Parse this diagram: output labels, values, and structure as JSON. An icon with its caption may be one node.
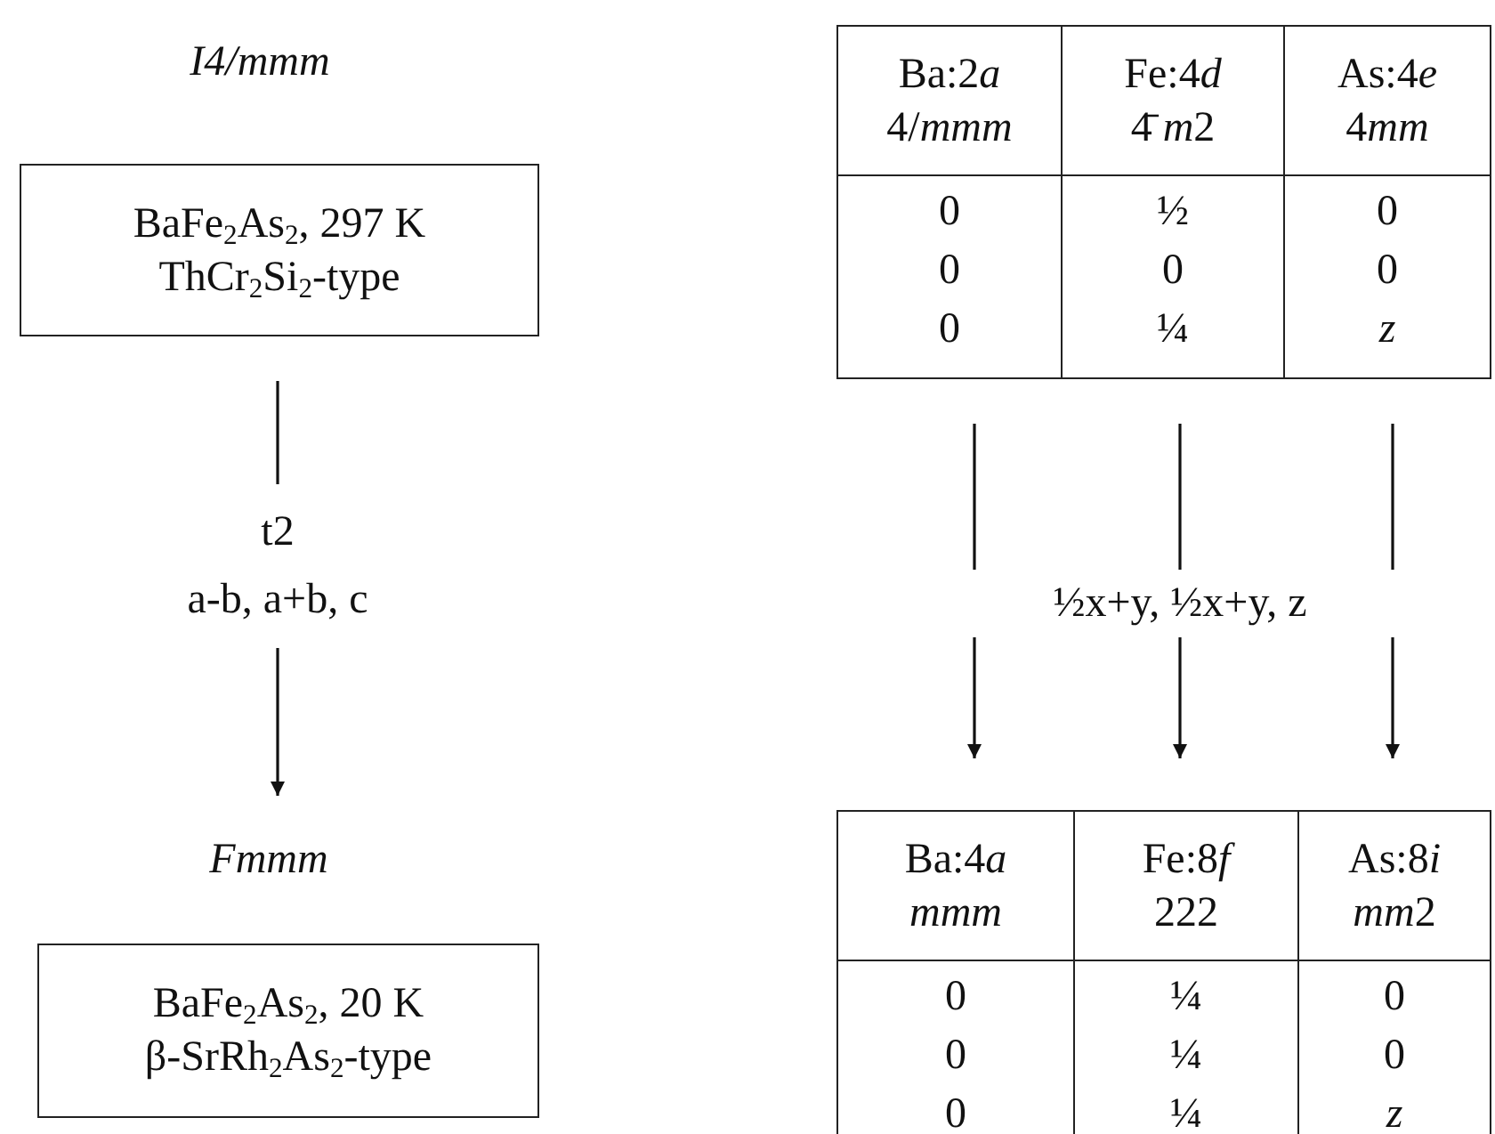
{
  "diagram": {
    "nodes": [
      {
        "text": [
          "BaFe$_{2}$As$_{2}$, 297 K",
          "ThCr$_{2}$Si$_{2}$-type"
        ],
        "beside": [
          "I4/mmm"
        ]
      },
      {
        "text": [
          "BaFe$_{2}$As$_{2}$, 20 K",
          "β-SrRh$_{2}$As$_{2}$-type"
        ],
        "beside": [
          "Fmmm"
        ]
      },
      {
        "text": [
          "Ba:2a",
          "4/mmm",
          "0",
          "0",
          "0"
        ]
      },
      {
        "text": [
          "Fe:4d",
          "4̄ m2",
          "½",
          "0",
          "¼"
        ]
      },
      {
        "text": [
          "As:4e",
          "4mm",
          "0",
          "0",
          "z"
        ]
      },
      {
        "text": [
          "Ba:4a",
          "mmm",
          "0",
          "0",
          "0"
        ]
      },
      {
        "text": [
          "Fe:8f",
          "222",
          "¼",
          "¼",
          "¼"
        ]
      },
      {
        "text": [
          "As:8i",
          "mm2",
          "0",
          "0",
          "z"
        ]
      }
    ],
    "edges": [
      {
        "from": 0,
        "to": 1,
        "arrow": "to",
        "label": "t2 a-b, a+b, c"
      },
      {
        "from": 2,
        "to": 5,
        "arrow": "to"
      },
      {
        "from": 3,
        "to": 6,
        "arrow": "to",
        "label": "½x+y, ½x+y, z"
      },
      {
        "from": 4,
        "to": 7,
        "arrow": "to"
      }
    ]
  }
}
